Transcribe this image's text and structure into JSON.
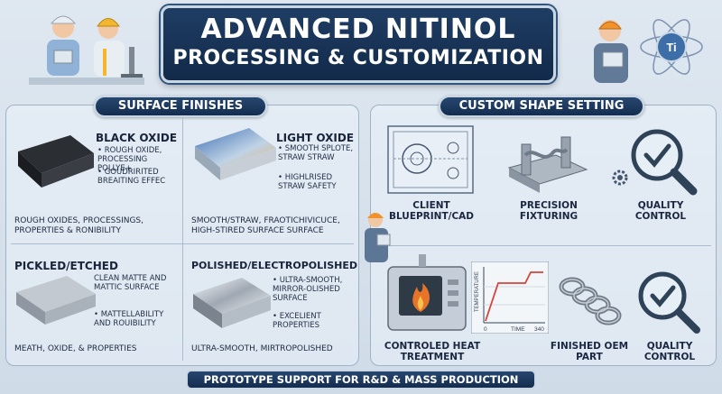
{
  "title": {
    "line1": "ADVANCED NITINOL",
    "line2": "PROCESSING & CUSTOMIZATION"
  },
  "sections": {
    "surface": "SURFACE FINISHES",
    "custom": "CUSTOM SHAPE SETTING"
  },
  "finishes": [
    {
      "name": "BLACK OXIDE",
      "bullets": [
        "• ROUGH OXIDE, PROCESSING POLLYE+",
        "• GOUDRIRITED BREAITING EFFEC"
      ],
      "caption": "ROUGH OXIDES, PROCESSINGS, PROPERTIES & RONIBILITY",
      "color": "#2b2e33"
    },
    {
      "name": "LIGHT OXIDE",
      "bullets": [
        "• SMOOTH SPLOTE, STRAW STRAW",
        "• HIGHLRISED STRAW SAFETY"
      ],
      "caption": "SMOOTH/STRAW, FRAOTICHIVICUCE, HIGH-STIRED SURFACE SURFACE",
      "color": "#c9a36b"
    },
    {
      "name": "PICKLED/ETCHED",
      "bullets": [
        "CLEAN MATTE AND MATTIC SURFACE",
        "• MATTELLABILITY AND ROUIBILITY"
      ],
      "caption": "MEATH, OXIDE, & PROPERTIES",
      "color": "#b9c0c8"
    },
    {
      "name": "POLISHED/ELECTROPOLISHED",
      "bullets": [
        "• ULTRA-SMOOTH, MIRROR-OLISHED SURFACE",
        "• EXCELIENT PROPERTIES"
      ],
      "caption": "ULTRA-SMOOTH, MIRTROPOLISHED",
      "color": "#d8dde3"
    }
  ],
  "custom_steps": [
    {
      "label": "CLIENT BLUEPRINT/CAD",
      "icon": "blueprint-icon"
    },
    {
      "label": "PRECISION FIXTURING",
      "icon": "fixture-icon"
    },
    {
      "label": "QUALITY CONTROL",
      "icon": "magnifier-check-icon"
    },
    {
      "label": "CONTROLED HEAT TREATMENT",
      "icon": "furnace-icon"
    },
    {
      "label": "FINISHED OEM PART",
      "icon": "spring-part-icon"
    },
    {
      "label": "QUALITY CONTROL",
      "icon": "magnifier-check-icon"
    }
  ],
  "graph": {
    "ylabel": "TEMPERATURE",
    "xlabel": "TIME",
    "x_start": "0",
    "x_end": "340"
  },
  "atom_label": "Ti",
  "footer": "PROTOTYPE SUPPORT FOR R&D & MASS PRODUCTION",
  "colors": {
    "navy": "#142d50",
    "accent_orange": "#e8742c",
    "panel_border": "#9fb3c8"
  }
}
